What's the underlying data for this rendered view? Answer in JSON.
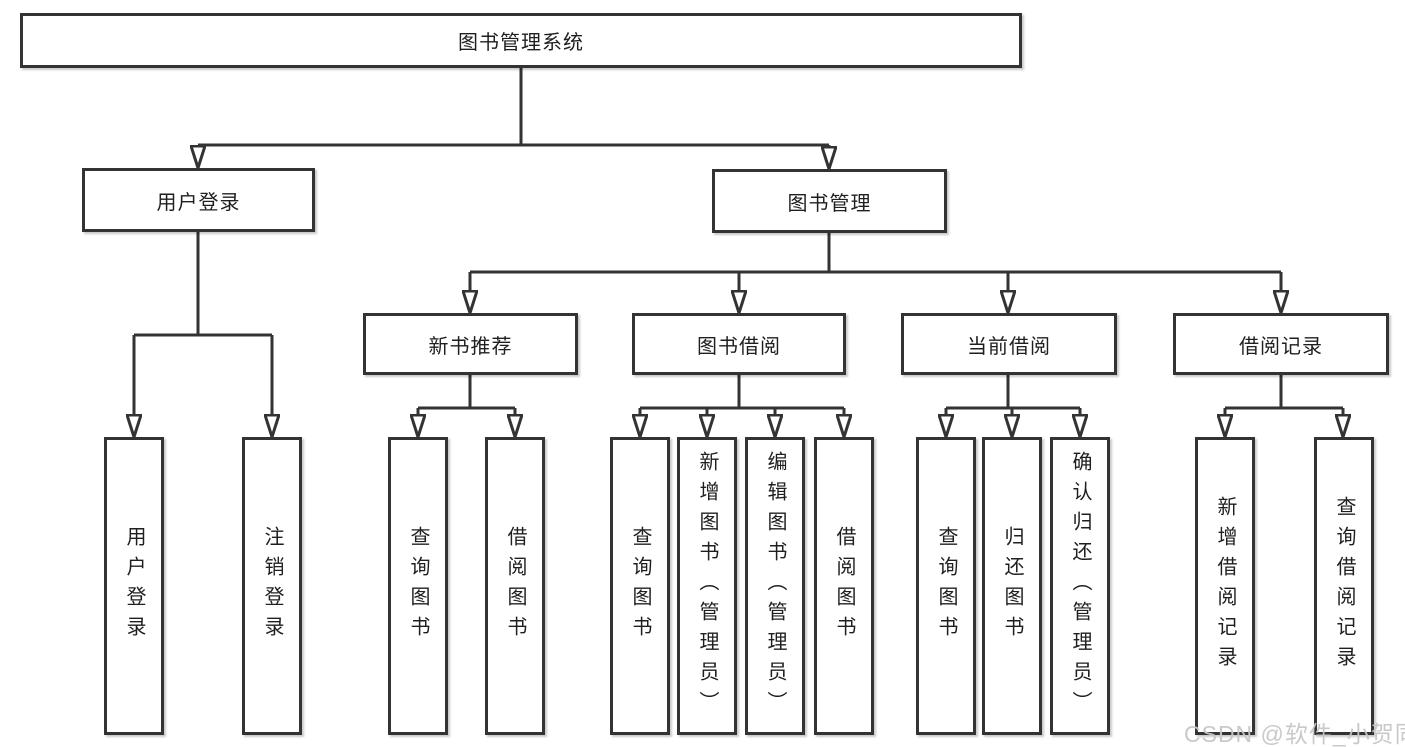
{
  "diagram": {
    "root": {
      "label": "图书管理系统"
    },
    "level2": [
      {
        "label": "用户登录"
      },
      {
        "label": "图书管理"
      }
    ],
    "level3": [
      {
        "label": "新书推荐",
        "parent": "图书管理"
      },
      {
        "label": "图书借阅",
        "parent": "图书管理"
      },
      {
        "label": "当前借阅",
        "parent": "图书管理"
      },
      {
        "label": "借阅记录",
        "parent": "图书管理"
      }
    ],
    "leaves": [
      {
        "label": "用户登录",
        "parent": "用户登录"
      },
      {
        "label": "注销登录",
        "parent": "用户登录"
      },
      {
        "label": "查询图书",
        "parent": "新书推荐"
      },
      {
        "label": "借阅图书",
        "parent": "新书推荐"
      },
      {
        "label": "查询图书",
        "parent": "图书借阅"
      },
      {
        "label": "新增图书（管理员）",
        "parent": "图书借阅"
      },
      {
        "label": "编辑图书（管理员）",
        "parent": "图书借阅"
      },
      {
        "label": "借阅图书",
        "parent": "图书借阅"
      },
      {
        "label": "查询图书",
        "parent": "当前借阅"
      },
      {
        "label": "归还图书",
        "parent": "当前借阅"
      },
      {
        "label": "确认归还（管理员）",
        "parent": "当前借阅"
      },
      {
        "label": "新增借阅记录",
        "parent": "借阅记录"
      },
      {
        "label": "查询借阅记录",
        "parent": "借阅记录"
      }
    ]
  },
  "watermark": {
    "text": "CSDN @软件_小贺同学"
  },
  "colors": {
    "line": "#333333",
    "box_border": "#333333",
    "text": "#1f1f1f",
    "background": "#ffffff",
    "watermark": "#c6c6c6"
  }
}
